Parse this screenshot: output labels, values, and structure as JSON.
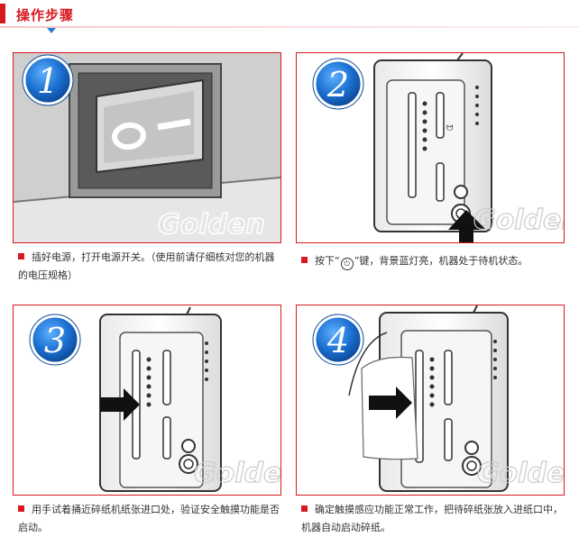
{
  "header": {
    "title": "操作步骤",
    "accent": "#d71920"
  },
  "watermark": "Golden",
  "steps": [
    {
      "number": "1",
      "text": "插好电源，打开电源开关。（使用前请仔细核对您的机器的电压规格）"
    },
    {
      "number": "2",
      "text_before": "按下“",
      "text_icon": "⏻",
      "text_after": "”键，背景蓝灯亮，机器处于待机状态。"
    },
    {
      "number": "3",
      "text": "用手试着捅近碎纸机纸张进口处，验证安全触摸功能是否启动。"
    },
    {
      "number": "4",
      "text": "确定触摸感应功能正常工作，把待碎纸张放入进纸口中，机器自动启动碎纸。"
    }
  ],
  "switch_labels": {
    "off": "O",
    "on": "—"
  }
}
